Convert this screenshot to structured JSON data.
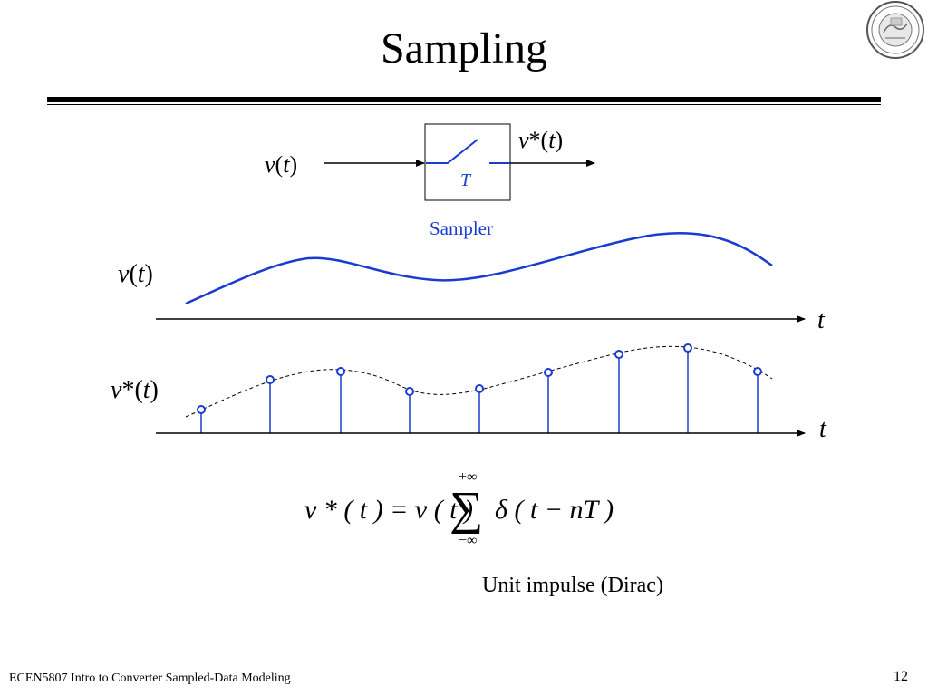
{
  "slide": {
    "title": "Sampling",
    "page_number": "12",
    "footer": "ECEN5807 Intro to Converter Sampled-Data Modeling"
  },
  "sampler_block": {
    "input_label": {
      "base": "v",
      "open": "(",
      "var": "t",
      "close": ")"
    },
    "output_label": {
      "base": "v",
      "star": "*",
      "open": "(",
      "var": "t",
      "close": ")"
    },
    "period_label": "T",
    "caption": "Sampler"
  },
  "plots": {
    "continuous_label": {
      "base": "v",
      "open": "(",
      "var": "t",
      "close": ")"
    },
    "sampled_label": {
      "base": "v",
      "star": "*",
      "open": "(",
      "var": "t",
      "close": ")"
    },
    "time_axis_label": "t"
  },
  "equation": {
    "lhs": "v * ( t ) = v ( t )",
    "sum_upper": "+∞",
    "sum_lower": "−∞",
    "sum_symbol": "∑",
    "rhs": "δ ( t − nT )",
    "caption": "Unit impulse (Dirac)"
  },
  "colors": {
    "signal": "#1a3bd1",
    "axis": "#000000"
  }
}
